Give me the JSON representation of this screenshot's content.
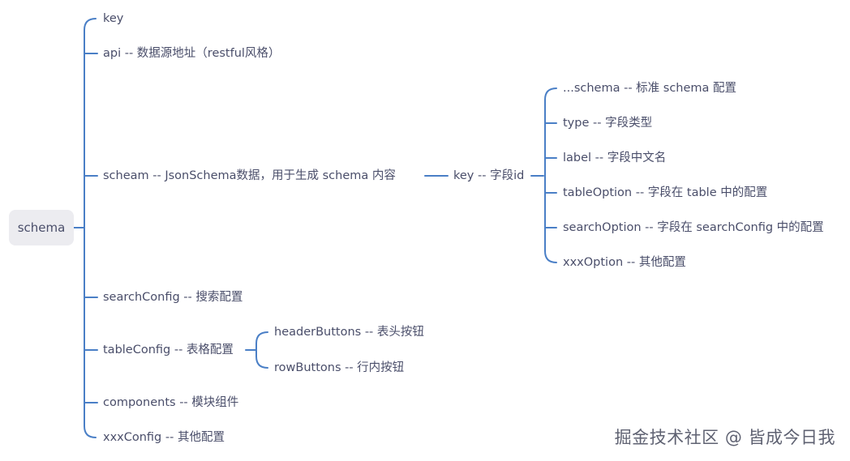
{
  "mindmap": {
    "root": "schema",
    "level1": [
      "key",
      "api -- 数据源地址（restful风格）",
      "scheam --  JsonSchema数据，用于生成 schema 内容",
      "searchConfig -- 搜索配置",
      "tableConfig -- 表格配置",
      "components -- 模块组件",
      "xxxConfig -- 其他配置"
    ],
    "scheam_child": "key -- 字段id",
    "key_children": [
      "...schema -- 标准 schema 配置",
      "type -- 字段类型",
      "label -- 字段中文名",
      "tableOption -- 字段在 table 中的配置",
      "searchOption -- 字段在 searchConfig 中的配置",
      "xxxOption -- 其他配置"
    ],
    "tableConfig_children": [
      "headerButtons -- 表头按钮",
      "rowButtons -- 行内按钮"
    ]
  },
  "line_color": "#4a7fc6",
  "watermark": "掘金技术社区 @ 皆成今日我"
}
